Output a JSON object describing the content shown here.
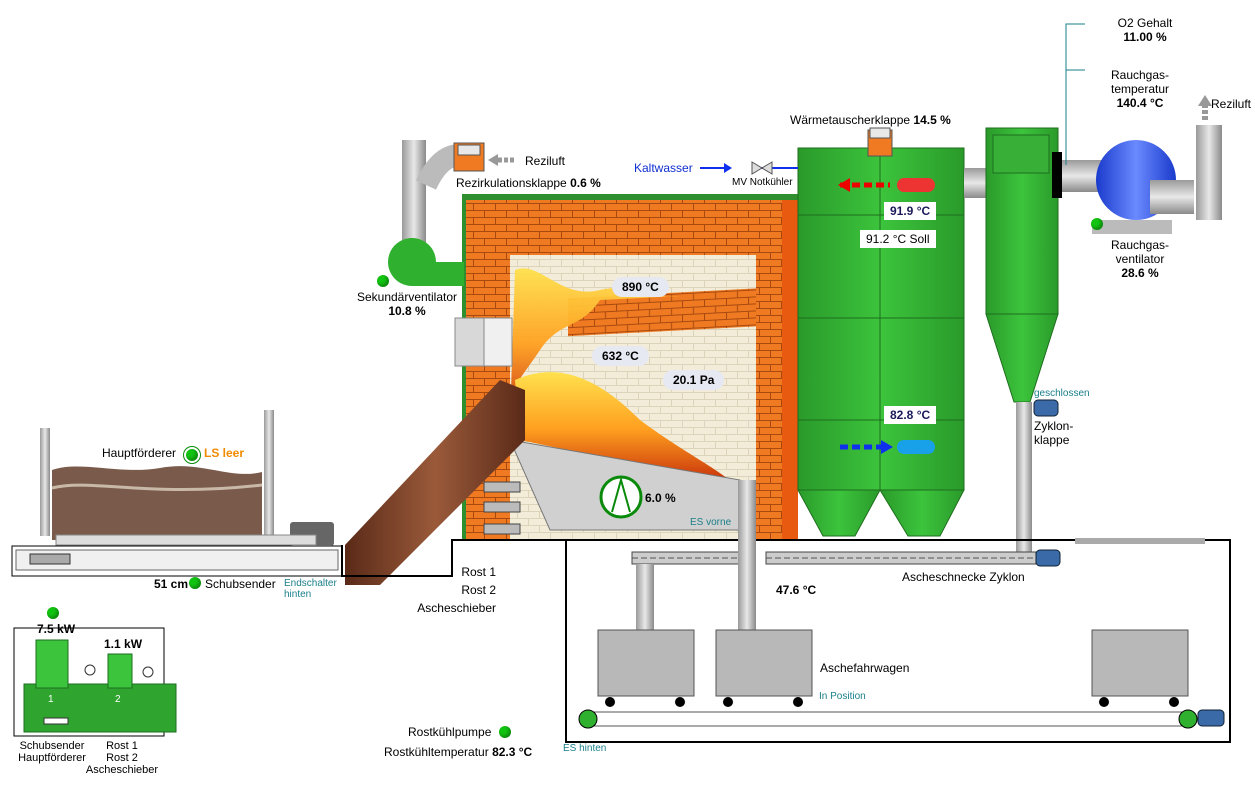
{
  "o2": {
    "label": "O2 Gehalt",
    "value": "11.00 %"
  },
  "rauchgas_temp": {
    "label_line1": "Rauchgas-",
    "label_line2": "temperatur",
    "value": "140.4 °C"
  },
  "reziluft_right": "Reziluft",
  "rauchgas_vent": {
    "label_line1": "Rauchgas-",
    "label_line2": "ventilator",
    "value": "28.6 %"
  },
  "waermetauscher": {
    "label": "Wärmetauscherklappe",
    "value": "14.5 %"
  },
  "kaltwasser": "Kaltwasser",
  "mv_notkuehler": "MV Notkühler",
  "reziluft_left": "Reziluft",
  "rezirkulation": {
    "label": "Rezirkulationsklappe",
    "value": "0.6 %"
  },
  "sekundaer": {
    "label": "Sekundärventilator",
    "value": "10.8 %"
  },
  "hx_temp_top": "91.9 °C",
  "hx_soll": "91.2 °C Soll",
  "hx_temp_bottom": "82.8 °C",
  "furnace": {
    "temp_top": "890 °C",
    "temp_mid": "632 °C",
    "pressure": "20.1 Pa"
  },
  "grate_fan": "6.0 %",
  "es_vorne": "ES vorne",
  "zyklon": {
    "status": "geschlossen",
    "label_line1": "Zyklon-",
    "label_line2": "klappe"
  },
  "ascheschnecke": "Ascheschnecke Zyklon",
  "ash_temp": "47.6 °C",
  "rost": {
    "line1": "Rost 1",
    "line2": "Rost 2",
    "line3": "Ascheschieber"
  },
  "hauptfoerderer": {
    "label": "Hauptförderer",
    "status": "LS leer"
  },
  "schubsender": {
    "distance": "51 cm",
    "label": "Schubsender",
    "end1": "Endschalter",
    "end2": "hinten"
  },
  "hydraulic": {
    "motor1": "7.5 kW",
    "motor2": "1.1 kW",
    "num1": "1",
    "num2": "2",
    "cap1_line1": "Schubsender",
    "cap1_line2": "Hauptförderer",
    "cap2_line1": "Rost 1",
    "cap2_line2": "Rost 2",
    "cap2_line3": "Ascheschieber"
  },
  "aschefahrwagen": {
    "label": "Aschefahrwagen",
    "status": "In Position"
  },
  "es_hinten": "ES hinten",
  "rostkuehl": {
    "pump": "Rostkühlpumpe",
    "temp_label": "Rostkühltemperatur",
    "temp_value": "82.3 °C"
  },
  "colors": {
    "green": "#2fa52f",
    "brick": "#f07a22",
    "led": "#12c412",
    "pill": "#e6e9f2",
    "teal": "#1a7f8a"
  }
}
